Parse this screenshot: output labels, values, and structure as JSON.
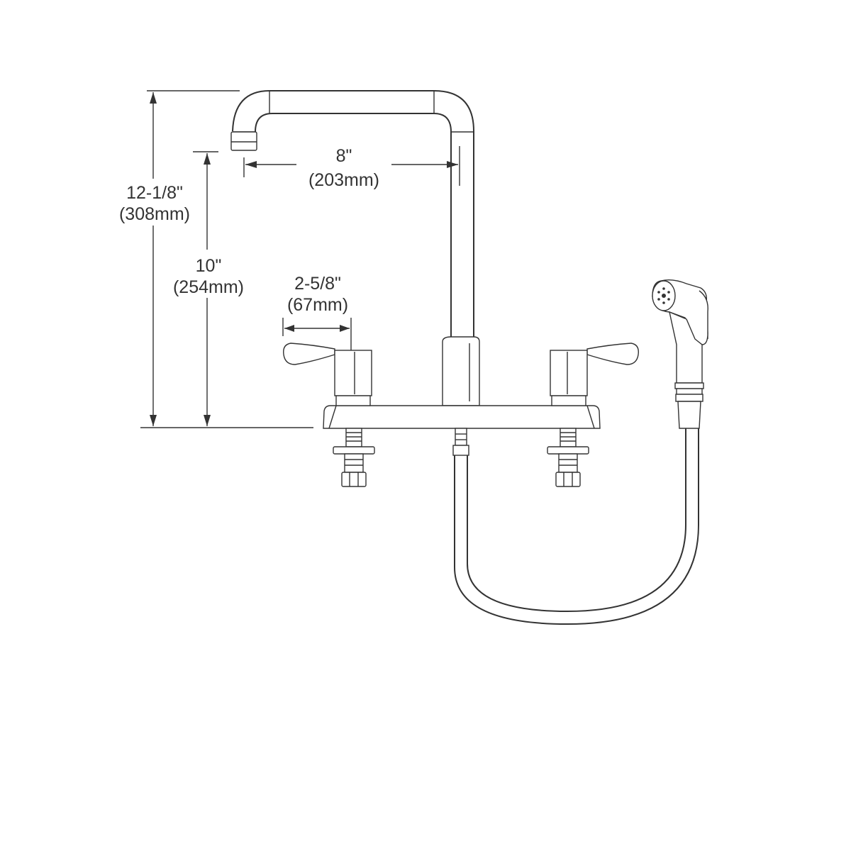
{
  "dimensions": {
    "overall_height": {
      "imperial": "12-1/8\"",
      "metric": "(308mm)"
    },
    "spout_height": {
      "imperial": "10\"",
      "metric": "(254mm)"
    },
    "spout_reach": {
      "imperial": "8\"",
      "metric": "(203mm)"
    },
    "handle_reach": {
      "imperial": "2-5/8\"",
      "metric": "(67mm)"
    }
  },
  "components": [
    "faucet-spout",
    "left-lever-handle",
    "right-lever-handle",
    "deck-plate",
    "side-sprayer",
    "sprayer-hose",
    "shank-left",
    "shank-right",
    "hose-connector"
  ],
  "colors": {
    "line": "#333333",
    "background": "#ffffff"
  }
}
